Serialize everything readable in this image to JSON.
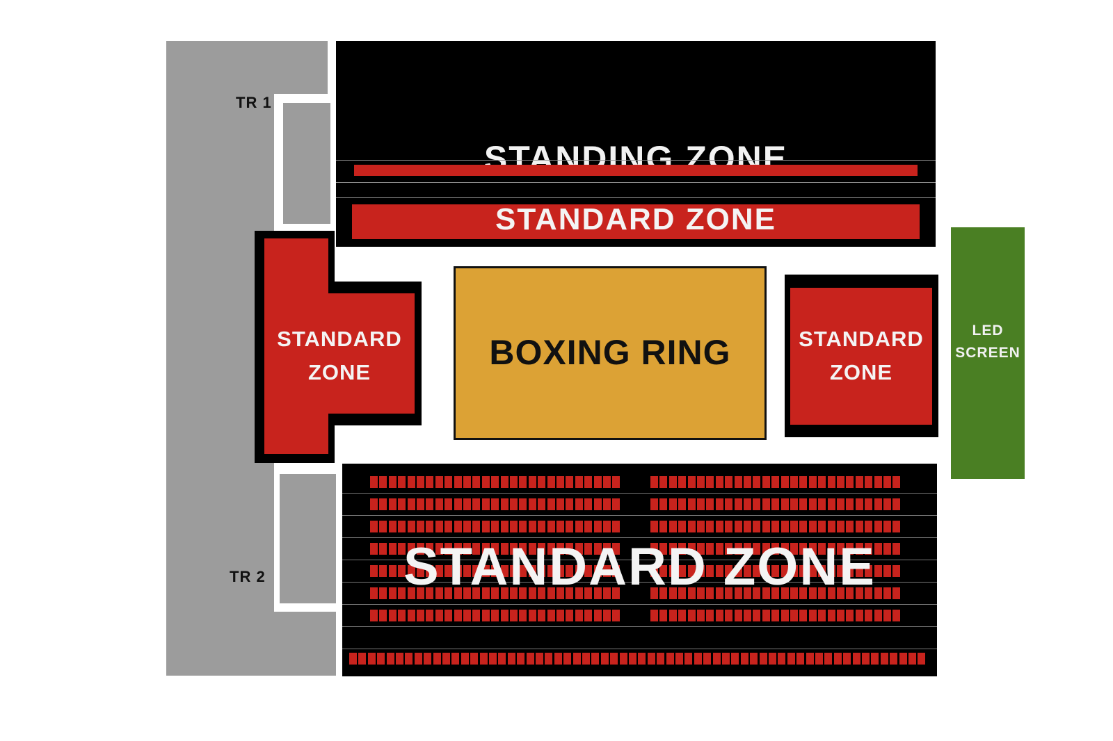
{
  "labels": {
    "tr1": "TR 1",
    "tr2": "TR 2"
  },
  "zones": {
    "standing": "STANDING ZONE",
    "standard_top": "STANDARD ZONE",
    "standard_left_line1": "STANDARD",
    "standard_left_line2": "ZONE",
    "standard_right_line1": "STANDARD",
    "standard_right_line2": "ZONE",
    "boxing_ring": "BOXING RING",
    "led_line1": "LED",
    "led_line2": "SCREEN",
    "standard_bottom": "STANDARD ZONE"
  },
  "colors": {
    "standing": "#000000",
    "standard": "#c8231d",
    "boxing_ring": "#dca235",
    "led_screen": "#4a7f23",
    "corridor": "#9c9c9c"
  }
}
